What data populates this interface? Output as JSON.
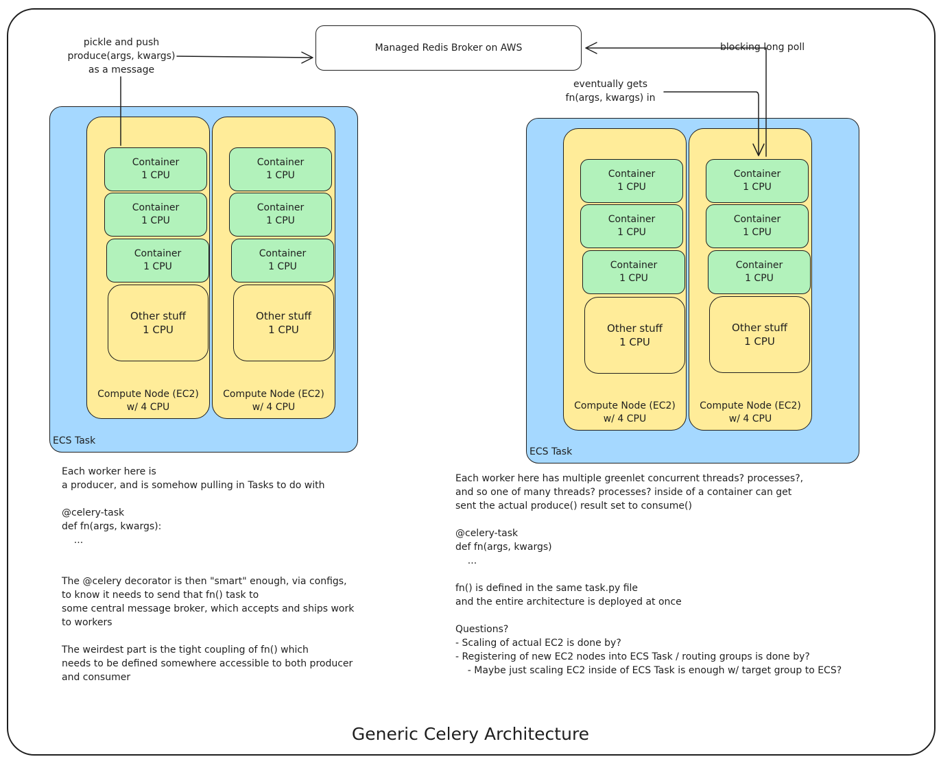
{
  "broker": {
    "label": "Managed Redis Broker on AWS"
  },
  "annotations": {
    "pickle_push": [
      "pickle and push",
      "produce(args, kwargs)",
      "as a message"
    ],
    "blocking_poll": "blocking long poll",
    "eventually_gets": [
      "eventually gets",
      "fn(args, kwargs) in"
    ]
  },
  "clusters": [
    {
      "ecs_label": "ECS Task",
      "nodes": [
        {
          "label_line1": "Compute Node (EC2)",
          "label_line2": "w/ 4 CPU",
          "containers": [
            {
              "name": "Container",
              "cpu": "1 CPU"
            },
            {
              "name": "Container",
              "cpu": "1 CPU"
            },
            {
              "name": "Container",
              "cpu": "1 CPU"
            }
          ],
          "other": {
            "name": "Other stuff",
            "cpu": "1 CPU"
          }
        },
        {
          "label_line1": "Compute Node (EC2)",
          "label_line2": "w/ 4 CPU",
          "containers": [
            {
              "name": "Container",
              "cpu": "1 CPU"
            },
            {
              "name": "Container",
              "cpu": "1 CPU"
            },
            {
              "name": "Container",
              "cpu": "1 CPU"
            }
          ],
          "other": {
            "name": "Other stuff",
            "cpu": "1 CPU"
          }
        }
      ]
    },
    {
      "ecs_label": "ECS Task",
      "nodes": [
        {
          "label_line1": "Compute Node (EC2)",
          "label_line2": "w/ 4 CPU",
          "containers": [
            {
              "name": "Container",
              "cpu": "1 CPU"
            },
            {
              "name": "Container",
              "cpu": "1 CPU"
            },
            {
              "name": "Container",
              "cpu": "1 CPU"
            }
          ],
          "other": {
            "name": "Other stuff",
            "cpu": "1 CPU"
          }
        },
        {
          "label_line1": "Compute Node (EC2)",
          "label_line2": "w/ 4 CPU",
          "containers": [
            {
              "name": "Container",
              "cpu": "1 CPU"
            },
            {
              "name": "Container",
              "cpu": "1 CPU"
            },
            {
              "name": "Container",
              "cpu": "1 CPU"
            }
          ],
          "other": {
            "name": "Other stuff",
            "cpu": "1 CPU"
          }
        }
      ]
    }
  ],
  "notes_left": [
    "Each worker here is",
    "a producer, and is somehow pulling in Tasks to do with",
    "",
    "@celery-task",
    "def fn(args, kwargs):",
    "    ...",
    "",
    "",
    "The @celery decorator is then \"smart\" enough, via configs,",
    "to know it needs to send that fn() task to",
    "some central message broker, which accepts and ships work",
    "to workers",
    "",
    "The weirdest part is the tight coupling of fn() which",
    "needs to be defined somewhere accessible to both producer",
    "and consumer"
  ],
  "notes_right": [
    "Each worker here has multiple greenlet concurrent threads? processes?,",
    "and so one of many threads? processes? inside of a container can get",
    "sent the actual produce() result set to consume()",
    "",
    "@celery-task",
    "def fn(args, kwargs)",
    "    ...",
    "",
    "fn() is defined in the same task.py file",
    "and the entire architecture is deployed at once",
    "",
    "Questions?",
    "- Scaling of actual EC2 is done by?",
    "- Registering of new EC2 nodes into ECS Task / routing groups is done by?",
    "    - Maybe just scaling EC2 inside of ECS Task is enough w/ target group to ECS?"
  ],
  "title": "Generic Celery Architecture"
}
